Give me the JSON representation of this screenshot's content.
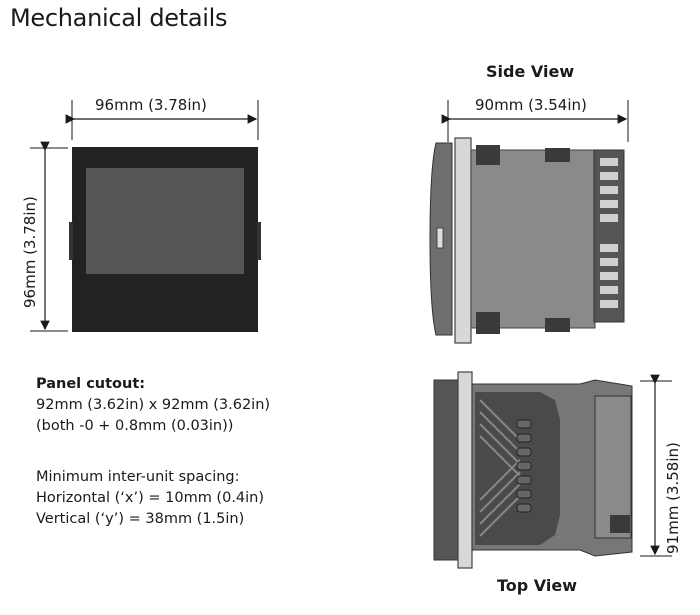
{
  "page": {
    "title": "Mechanical details"
  },
  "front_view": {
    "width_label": "96mm (3.78in)",
    "height_label": "96mm (3.78in)"
  },
  "side_view": {
    "title": "Side View",
    "depth_label": "90mm (3.54in)"
  },
  "top_view": {
    "title": "Top View",
    "height_label": "91mm (3.58in)"
  },
  "panel_cutout": {
    "heading": "Panel cutout:",
    "size": "92mm (3.62in) x 92mm (3.62in)",
    "tolerance": "(both -0 + 0.8mm (0.03in))"
  },
  "spacing": {
    "heading": "Minimum inter-unit spacing:",
    "horizontal": "Horizontal (‘x’) = 10mm (0.4in)",
    "vertical": "Vertical (‘y’) = 38mm (1.5in)"
  },
  "colors": {
    "bezel": "#222222",
    "screen": "#555555",
    "body_gray": "#8a8a8a",
    "dark_gray": "#3a3a3a"
  }
}
